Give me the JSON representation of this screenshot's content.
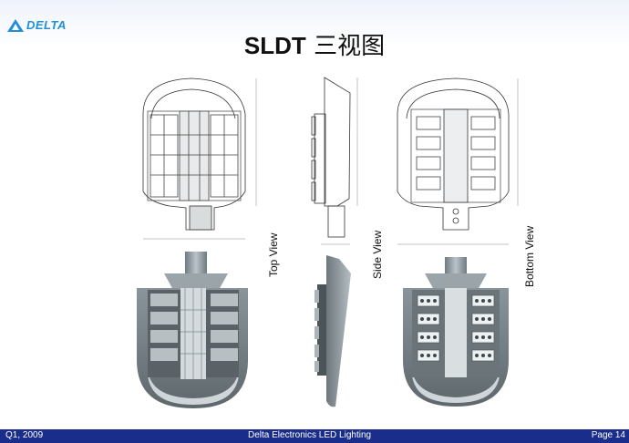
{
  "header": {
    "logo_text": "DELTA",
    "title_bold": "SLDT",
    "title_rest": " 三视图"
  },
  "views": {
    "top": "Top View",
    "side": "Side View",
    "bottom": "Bottom View"
  },
  "footer": {
    "left": "Q1, 2009",
    "center": "Delta Electronics LED Lighting",
    "right": "Page 14"
  },
  "colors": {
    "footer_bg": "#1a2d8a",
    "logo": "#1f8fd6"
  }
}
